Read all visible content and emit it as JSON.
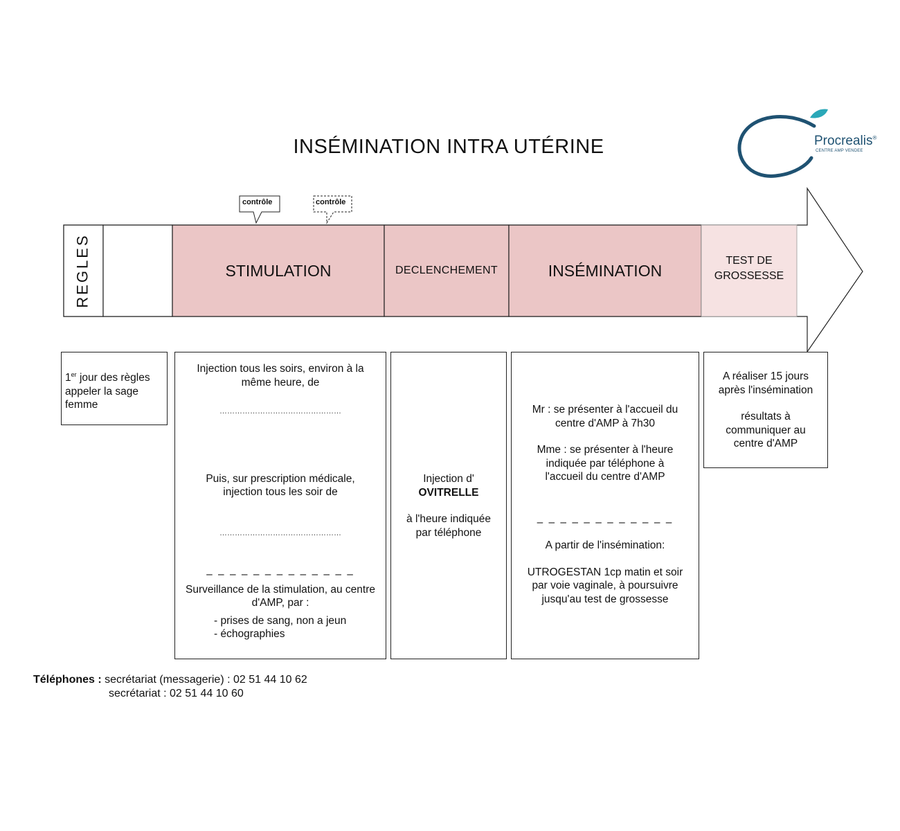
{
  "title": "INSÉMINATION INTRA UTÉRINE",
  "logo": {
    "name": "Procrealis",
    "registered": "®",
    "subtitle": "CENTRE AMP VENDEE"
  },
  "timeline": {
    "regles": "REGLES",
    "stimulation": "STIMULATION",
    "declenchement": "DECLENCHEMENT",
    "insemination": "INSÉMINATION",
    "test_line1": "TEST DE",
    "test_line2": "GROSSESSE",
    "controle_1": "contrôle",
    "controle_2": "contrôle"
  },
  "boxes": {
    "regles": {
      "sup_prefix": "1",
      "sup": "er",
      "line1_rest": " jour des règles",
      "line2": "appeler la sage",
      "line3": "femme"
    },
    "stimulation": {
      "p1_line1": "Injection tous les soirs, environ à la",
      "p1_line2": "même heure, de",
      "dots1": "…………………………………………",
      "p2_line1": "Puis, sur prescription médicale,",
      "p2_line2": "injection tous les soir de",
      "dots2": "…………………………………………",
      "separator": "– – – – – – – – – – – – –",
      "p3_line1": "Surveillance de la stimulation, au centre",
      "p3_line2": "d'AMP, par :",
      "bullet1": "- prises de sang, non a jeun",
      "bullet2": "- échographies"
    },
    "declenchement": {
      "line1": "Injection d'",
      "line2": "OVITRELLE",
      "line3": "à l'heure indiquée",
      "line4": "par téléphone"
    },
    "insemination": {
      "mr_line1": "Mr : se présenter à l'accueil du",
      "mr_line2": "centre d'AMP à 7h30",
      "mme_line1": "Mme : se présenter à l'heure",
      "mme_line2": "indiquée par téléphone à",
      "mme_line3": "l'accueil du centre d'AMP",
      "separator": "– – – – – – – – – – – –",
      "after": "A partir de l'insémination:",
      "utro_line1": "UTROGESTAN 1cp matin et soir",
      "utro_line2": "par voie vaginale, à poursuivre",
      "utro_line3": "jusqu'au test de grossesse"
    },
    "test": {
      "line1": "A réaliser 15 jours",
      "line2": "après l'insémination",
      "line3": "résultats à",
      "line4": "communiquer au",
      "line5": "centre d'AMP"
    }
  },
  "phones": {
    "label": "Téléphones :",
    "line1": "secrétariat (messagerie) : 02 51 44 10 62",
    "line2": "secrétariat : 02 51 44 10 60"
  },
  "colors": {
    "stimulation": "#ebc6c6",
    "declenchement": "#ebc6c6",
    "insemination": "#ebc6c6",
    "test": "#f6e2e2",
    "logo_ring": "#1f5272",
    "logo_leaf": "#2aa8b8"
  }
}
